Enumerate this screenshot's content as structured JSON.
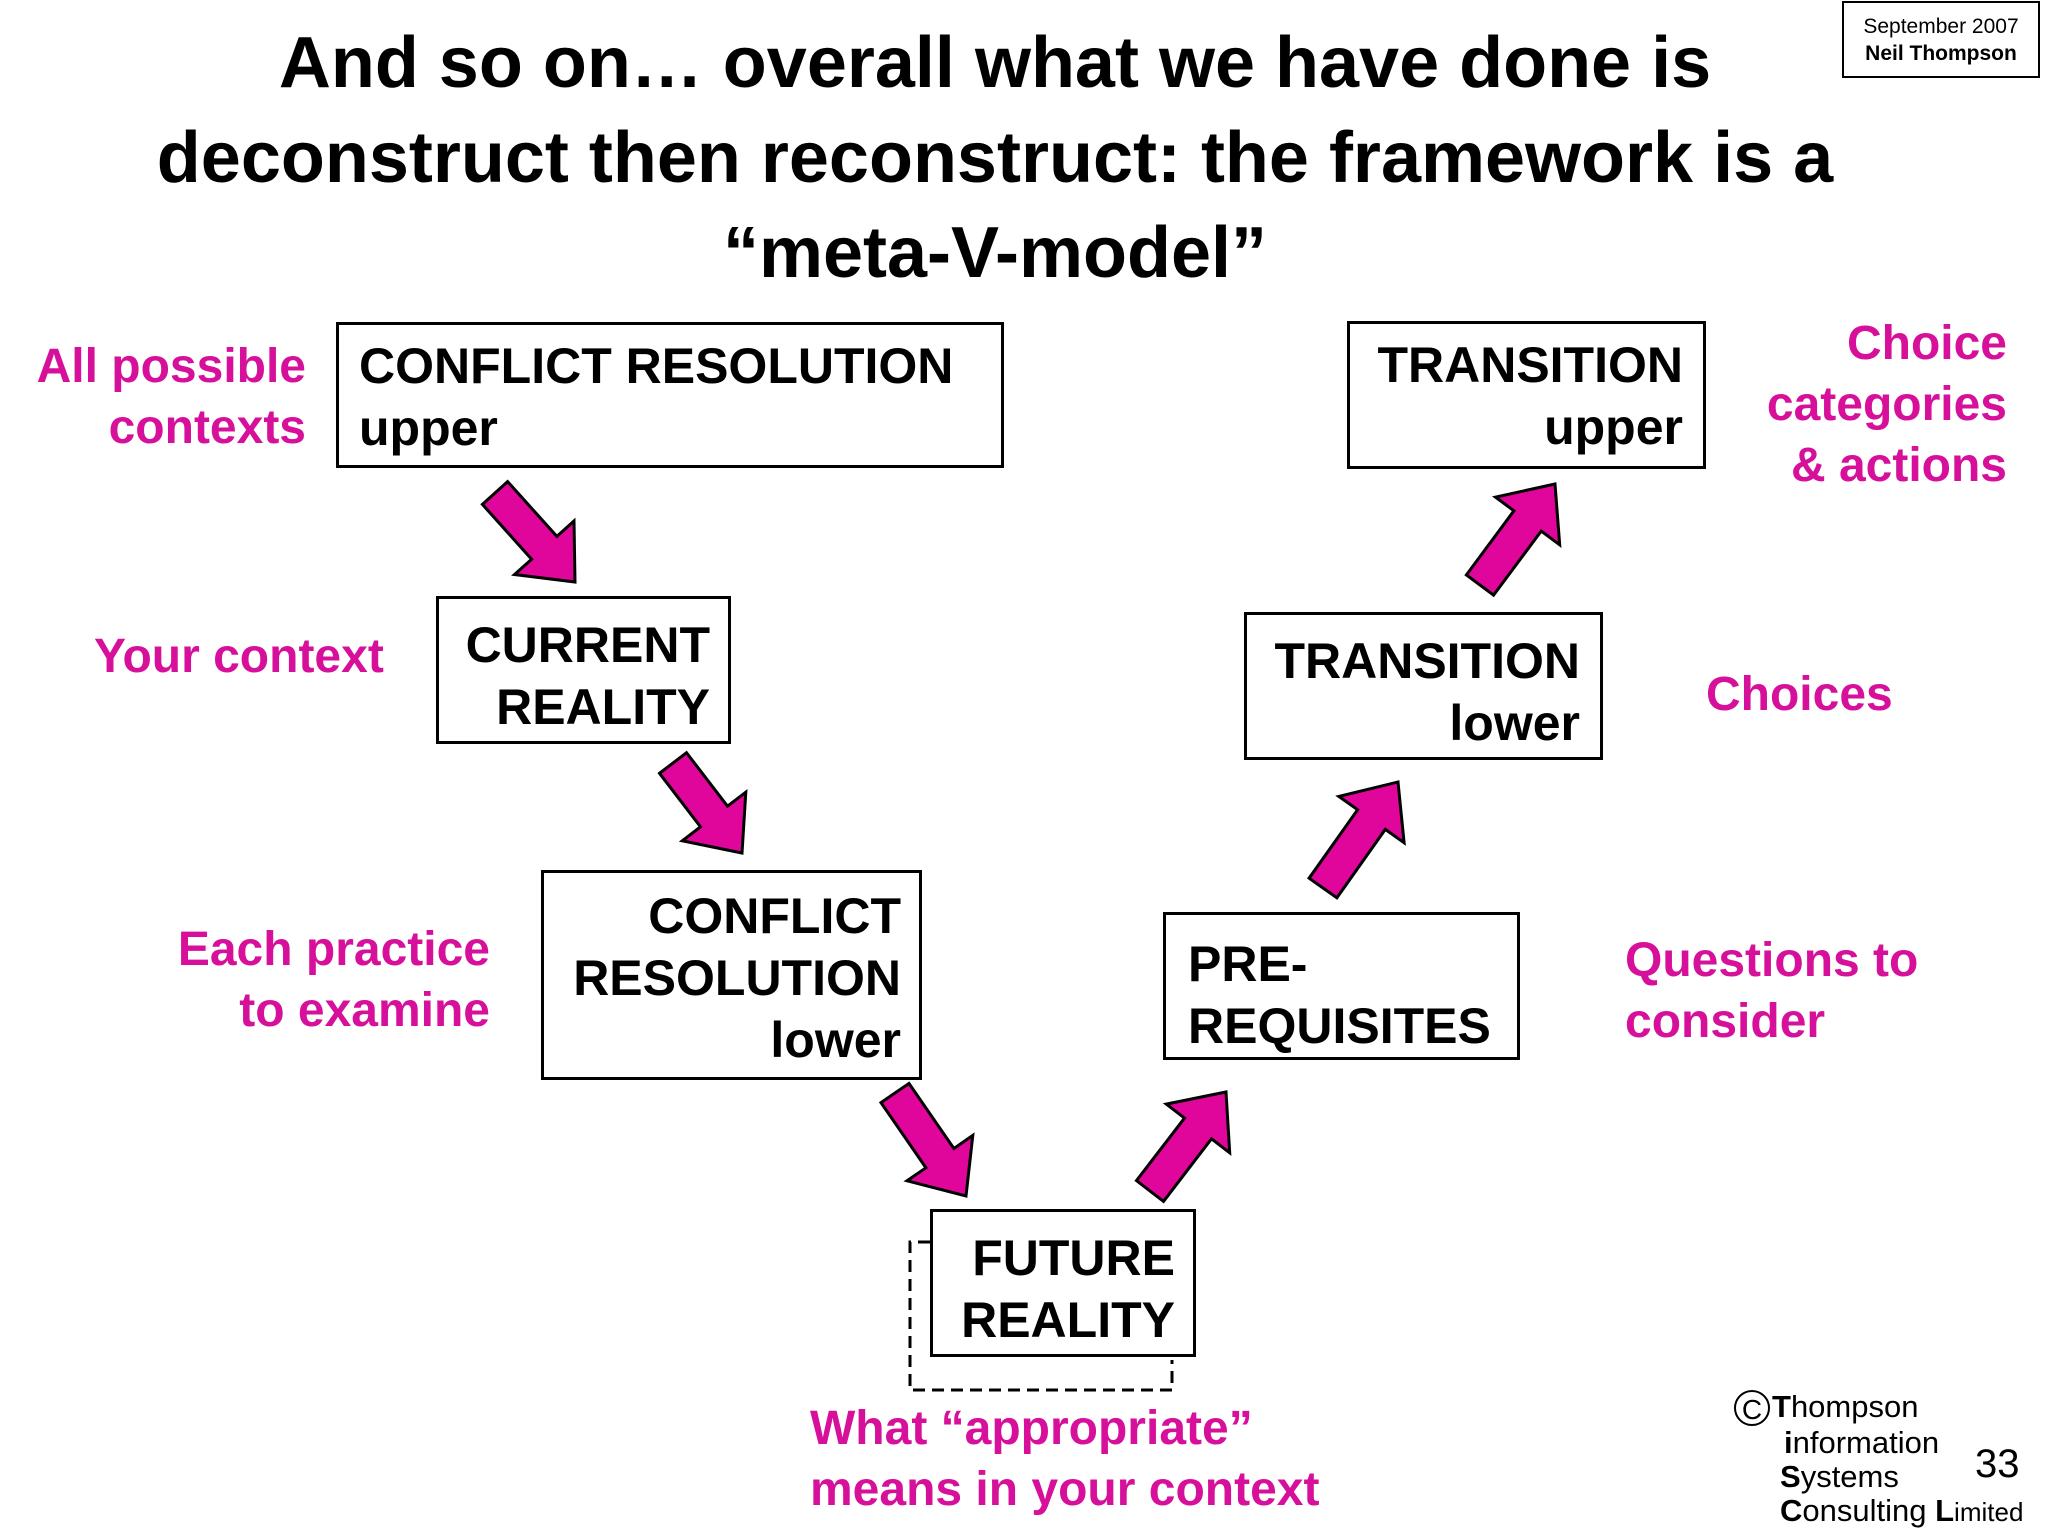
{
  "header": {
    "title_lines": [
      "And so on… overall what we have done is",
      "deconstruct then reconstruct: the framework is a",
      "“meta-V-model”"
    ],
    "date": "September 2007",
    "author": "Neil Thompson"
  },
  "boxes": {
    "conflict_upper": [
      "CONFLICT RESOLUTION",
      "upper"
    ],
    "current_reality": [
      "CURRENT",
      "REALITY"
    ],
    "conflict_lower": [
      "CONFLICT",
      "RESOLUTION",
      "lower"
    ],
    "future_reality": [
      "FUTURE",
      "REALITY"
    ],
    "prerequisites": [
      "PRE-",
      "REQUISITES"
    ],
    "transition_lower": [
      "TRANSITION",
      "lower"
    ],
    "transition_upper": [
      "TRANSITION",
      "upper"
    ]
  },
  "annotations": {
    "all_contexts": [
      "All possible",
      "contexts"
    ],
    "your_context": "Your context",
    "each_practice": [
      "Each practice",
      "to examine"
    ],
    "appropriate": [
      "What “appropriate”",
      "means in your context"
    ],
    "questions": [
      "Questions to",
      "consider"
    ],
    "choices": "Choices",
    "choice_categories": [
      "Choice",
      "categories",
      "& actions"
    ]
  },
  "logo": {
    "copyright_symbol": "C",
    "lines": [
      {
        "cap": "T",
        "rest": "hompson"
      },
      {
        "cap": "i",
        "rest": "nformation"
      },
      {
        "cap": "S",
        "rest": "ystems"
      },
      {
        "cap": "C",
        "rest": "onsulting ",
        "cap2": "L",
        "rest2": "imited"
      }
    ]
  },
  "page_number": "33",
  "colors": {
    "accent_pink": "#d6109a",
    "arrow_fill": "#e0059b",
    "text": "#000000",
    "background": "#ffffff"
  }
}
